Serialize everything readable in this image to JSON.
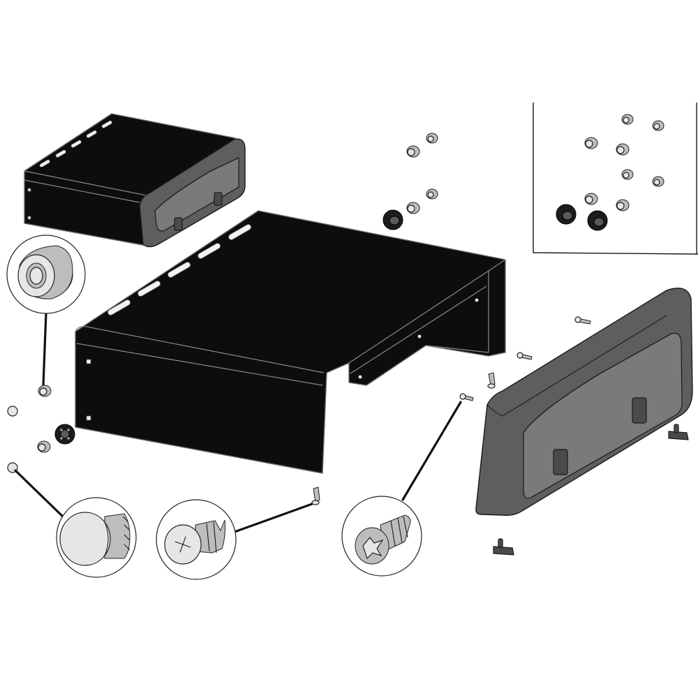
{
  "diagram": {
    "type": "exploded-assembly",
    "parts": [
      {
        "name": "small-housing-cover"
      },
      {
        "name": "large-housing-cover"
      },
      {
        "name": "front-end-cap-panel"
      },
      {
        "name": "cap-nut"
      },
      {
        "name": "self-tapping-screw"
      },
      {
        "name": "phillips-screw"
      },
      {
        "name": "rubber-foot"
      },
      {
        "name": "mounting-clip"
      },
      {
        "name": "spare-hardware-kit"
      }
    ],
    "colors": {
      "housing": "#0d0d0d",
      "end_cap": "#5e5e5e",
      "hardware_light": "#e6e6e6",
      "hardware_dark": "#1c1c1c",
      "outline": "#1a1a1a"
    }
  }
}
